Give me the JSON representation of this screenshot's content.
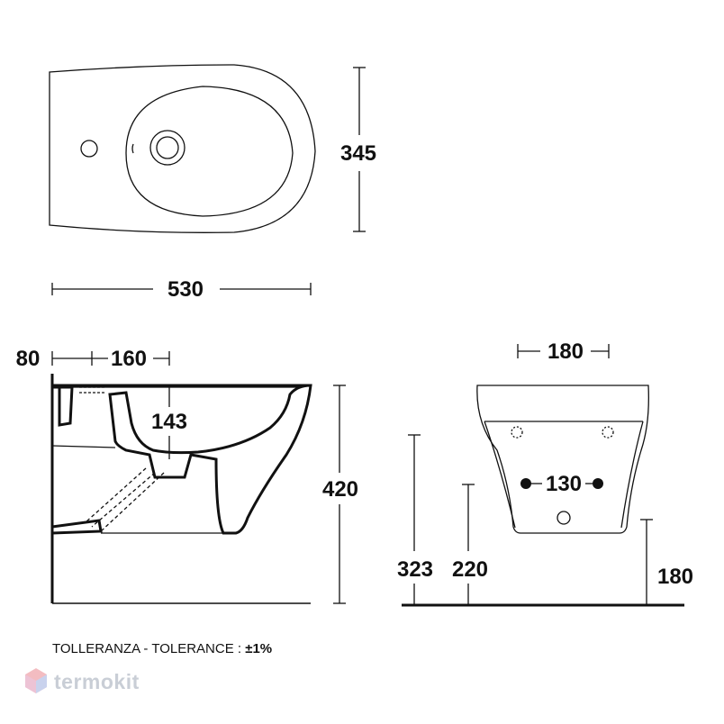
{
  "dimensions": {
    "top_width": "530",
    "top_depth": "345",
    "side_offset": "80",
    "side_hole_spacing": "160",
    "side_bowl_depth": "143",
    "side_height": "420",
    "front_top_width": "180",
    "front_fixing_spacing": "130",
    "front_height_323": "323",
    "front_height_220": "220",
    "front_height_180": "180"
  },
  "tolerance": {
    "prefix": "TOLLERANZA - TOLERANCE : ",
    "value": "±1%"
  },
  "watermark": {
    "text": "termokit"
  }
}
